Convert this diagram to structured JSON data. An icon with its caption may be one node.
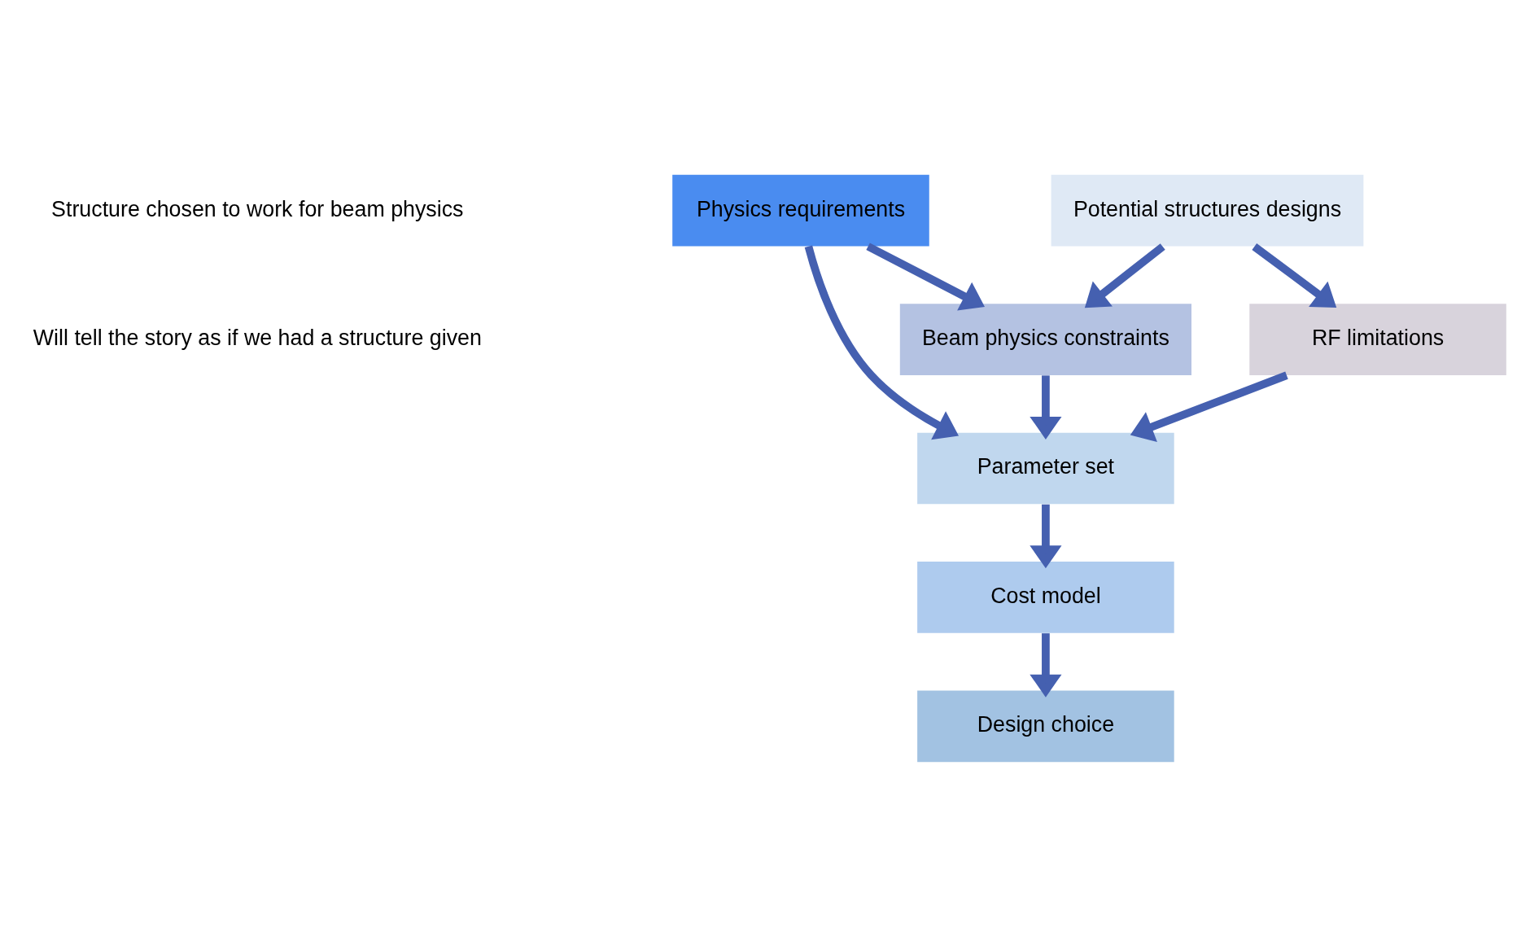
{
  "diagram": {
    "nodes": [
      {
        "text": [
          "Potential structures designs"
        ]
      },
      {
        "text": [
          "Beam physics constraints"
        ]
      },
      {
        "text": [
          "RF limitations"
        ]
      },
      {
        "text": [
          "Parameter set"
        ]
      },
      {
        "text": [
          "Physics requirements"
        ]
      },
      {
        "text": [
          "Cost model"
        ]
      },
      {
        "text": [
          "Design choice"
        ]
      }
    ],
    "edges": [
      {
        "from": 0,
        "to": 1,
        "arrow": "to"
      },
      {
        "from": 0,
        "to": 2,
        "arrow": "to"
      },
      {
        "from": 4,
        "to": 1,
        "arrow": "to"
      },
      {
        "from": 1,
        "to": 3,
        "arrow": "to"
      },
      {
        "from": 2,
        "to": 3,
        "arrow": "to"
      },
      {
        "from": 4,
        "to": 3,
        "arrow": "to"
      },
      {
        "from": 3,
        "to": 5,
        "arrow": "to"
      },
      {
        "from": 5,
        "to": 6,
        "arrow": "to"
      }
    ],
    "labels": [
      "Structure chosen to work for beam physics",
      "Will tell the story as if we had a structure given"
    ]
  }
}
